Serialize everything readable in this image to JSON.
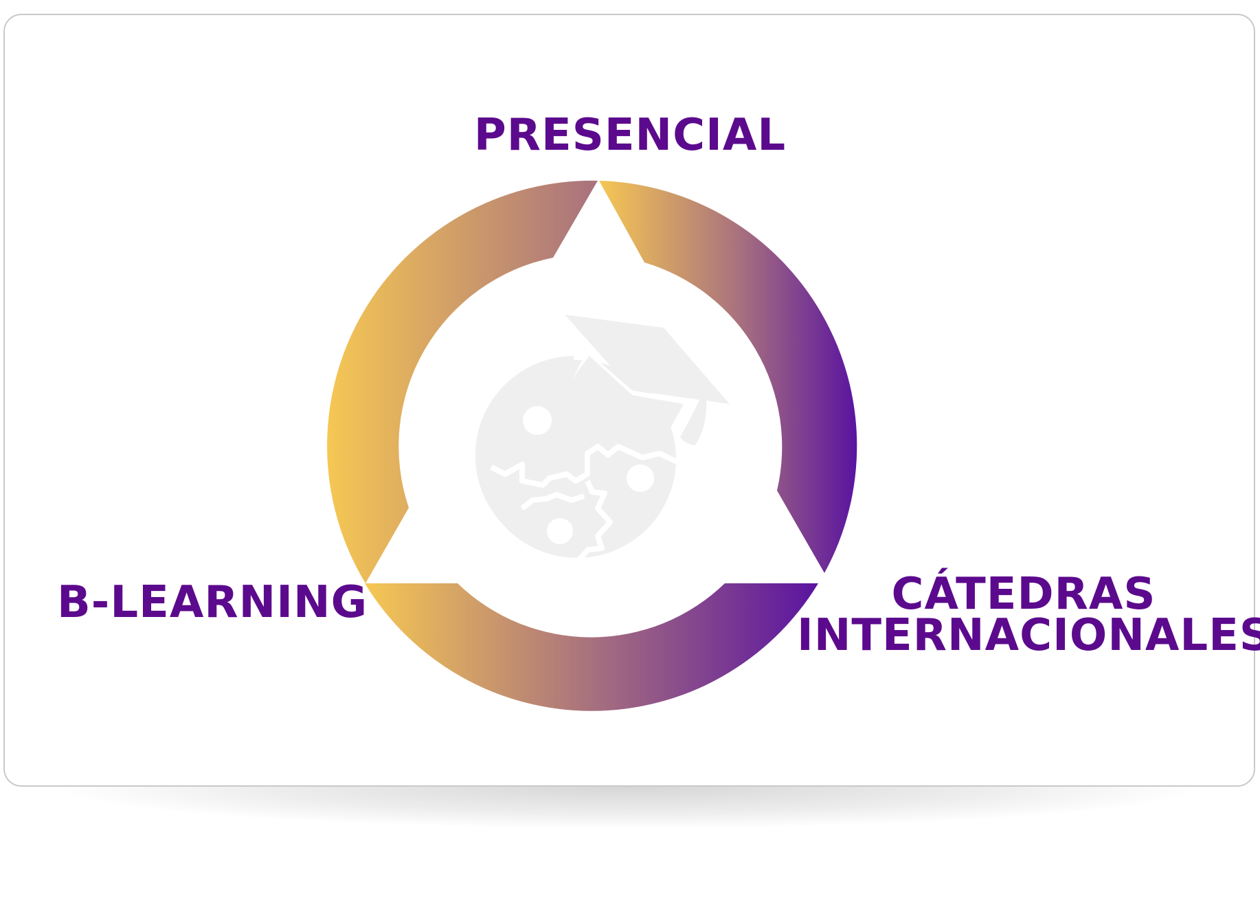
{
  "labels": {
    "top": "PRESENCIAL",
    "left": "B-LEARNING",
    "right_line1": "CÁTEDRAS",
    "right_line2": "INTERNACIONALES"
  },
  "colors": {
    "text": "#5c0a8d",
    "gradient_start": "#f6c853",
    "gradient_end": "#5a14a0",
    "icon": "#efefef",
    "card_border": "#c9c9c9"
  },
  "icon": "globe-gears-graduation-cap-icon"
}
